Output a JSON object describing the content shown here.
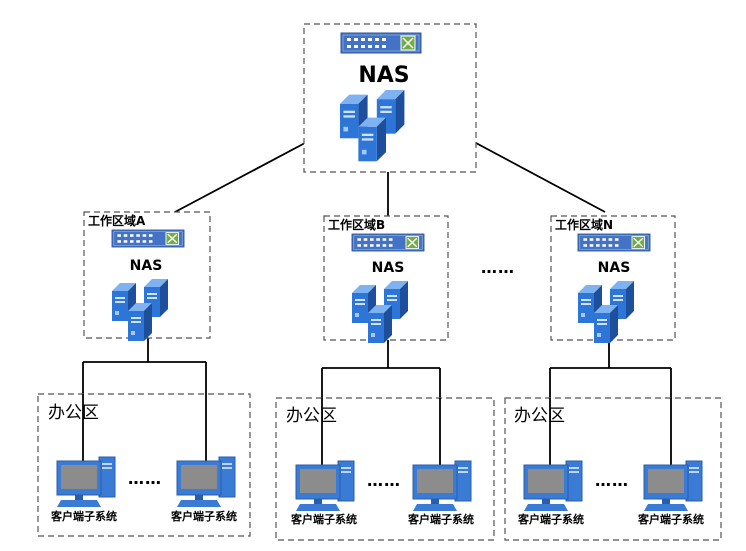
{
  "diagram": {
    "central_nas": {
      "label": "NAS"
    },
    "ellipsis_between_areas": "……",
    "work_areas": [
      {
        "title": "工作区域A",
        "nas_label": "NAS",
        "office": {
          "title": "办公区",
          "clients": [
            {
              "label": "客户端子系统"
            },
            {
              "label": "客户端子系统"
            }
          ],
          "ellipsis": "……"
        }
      },
      {
        "title": "工作区域B",
        "nas_label": "NAS",
        "office": {
          "title": "办公区",
          "clients": [
            {
              "label": "客户端子系统"
            },
            {
              "label": "客户端子系统"
            }
          ],
          "ellipsis": "……"
        }
      },
      {
        "title": "工作区域N",
        "nas_label": "NAS",
        "office": {
          "title": "办公区",
          "clients": [
            {
              "label": "客户端子系统"
            },
            {
              "label": "客户端子系统"
            }
          ],
          "ellipsis": "……"
        }
      }
    ]
  },
  "colors": {
    "line": "#000000",
    "dashed_border": "#555555",
    "switch_body": "#4472c4",
    "server_body": "#2e75d8",
    "server_dark": "#1d4f9a",
    "monitor_frame": "#3a7bd5",
    "monitor_screen": "#8c8c8c"
  }
}
